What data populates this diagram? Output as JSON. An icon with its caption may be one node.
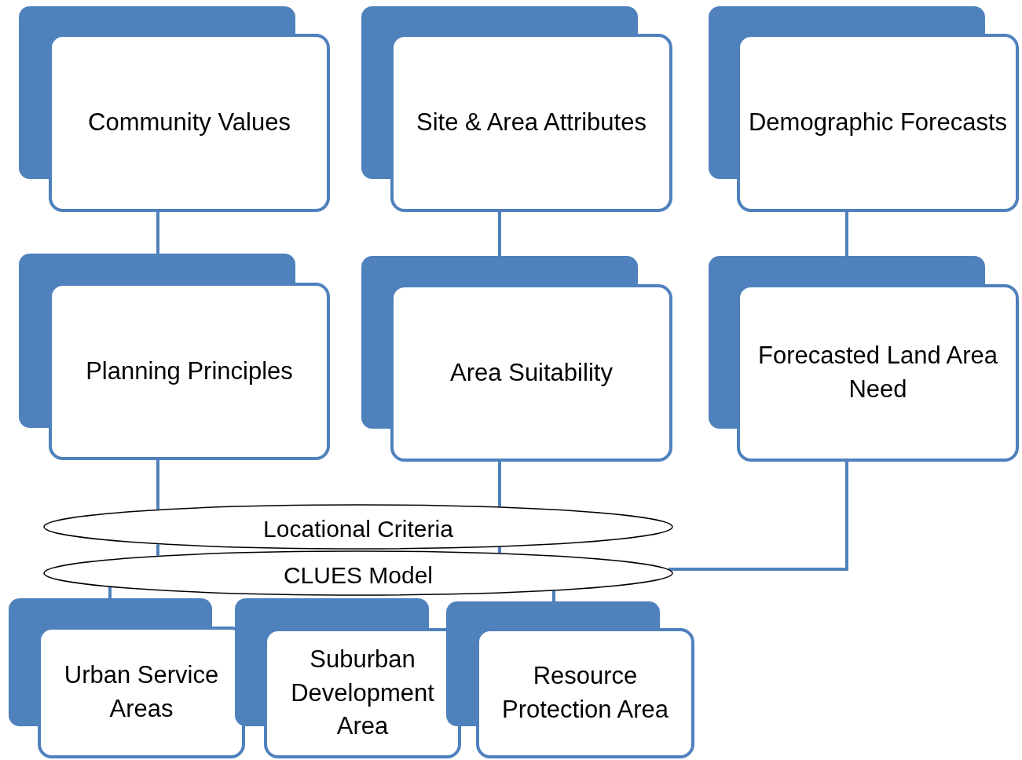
{
  "diagram": {
    "nodes": [
      {
        "text": [
          "Community Values"
        ]
      },
      {
        "text": [
          "Site & Area Attributes"
        ]
      },
      {
        "text": [
          "Demographic Forecasts"
        ]
      },
      {
        "text": [
          "Planning Principles"
        ]
      },
      {
        "text": [
          "Area Suitability"
        ]
      },
      {
        "text": [
          "Forecasted Land Area Need"
        ]
      },
      {
        "text": [
          "Locational Criteria"
        ]
      },
      {
        "text": [
          "CLUES Model"
        ]
      },
      {
        "text": [
          "Urban Service Areas"
        ]
      },
      {
        "text": [
          "Suburban Development Area"
        ]
      },
      {
        "text": [
          "Resource Protection Area"
        ]
      }
    ],
    "edges": [
      {
        "from": 0,
        "to": 3,
        "arrow": "none"
      },
      {
        "from": 1,
        "to": 4,
        "arrow": "none"
      },
      {
        "from": 2,
        "to": 5,
        "arrow": "none"
      },
      {
        "from": 3,
        "to": 6,
        "arrow": "none"
      },
      {
        "from": 4,
        "to": 6,
        "arrow": "none"
      },
      {
        "from": 6,
        "to": 7,
        "arrow": "none"
      },
      {
        "from": 6,
        "to": 7,
        "arrow": "none"
      },
      {
        "from": 5,
        "to": 7,
        "arrow": "none"
      },
      {
        "from": 7,
        "to": 8,
        "arrow": "none"
      },
      {
        "from": 7,
        "to": 10,
        "arrow": "none"
      }
    ]
  }
}
